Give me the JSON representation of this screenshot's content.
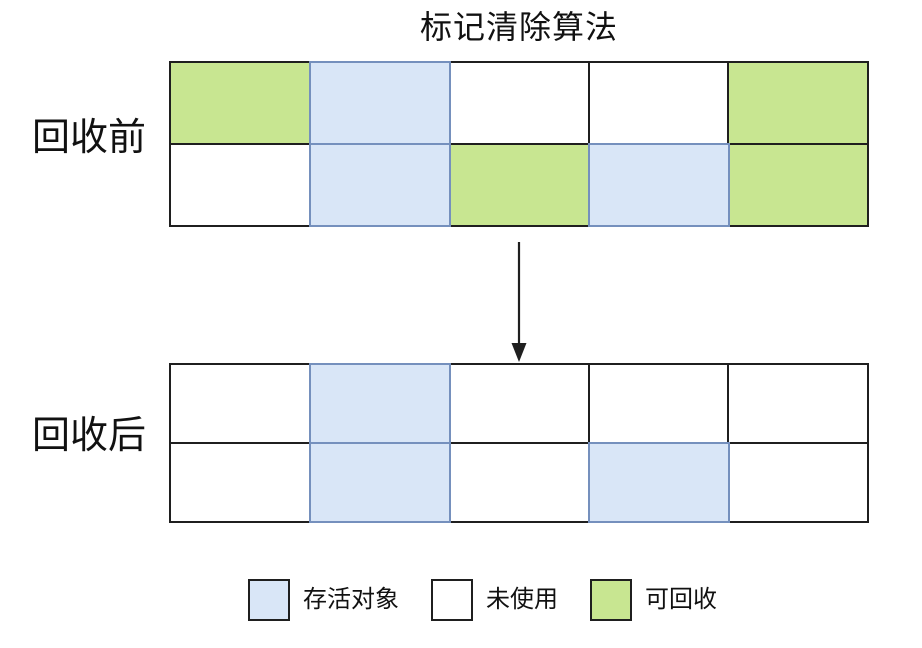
{
  "title": "标记清除算法",
  "colors": {
    "ink": "#1f1f1f",
    "live": "#d9e6f7",
    "live_border": "#7590bd",
    "free": "#ffffff",
    "collectible": "#c8e691"
  },
  "sections": [
    {
      "id": "before",
      "label": "回收前",
      "rows": [
        [
          "collectible",
          "live",
          "free",
          "free",
          "collectible"
        ],
        [
          "free",
          "live",
          "collectible",
          "live",
          "collectible"
        ]
      ]
    },
    {
      "id": "after",
      "label": "回收后",
      "rows": [
        [
          "free",
          "live",
          "free",
          "free",
          "free"
        ],
        [
          "free",
          "live",
          "free",
          "live",
          "free"
        ]
      ]
    }
  ],
  "arrow": {
    "direction": "down"
  },
  "legend": [
    {
      "type": "live",
      "label": "存活对象"
    },
    {
      "type": "free",
      "label": "未使用"
    },
    {
      "type": "collectible",
      "label": "可回收"
    }
  ]
}
